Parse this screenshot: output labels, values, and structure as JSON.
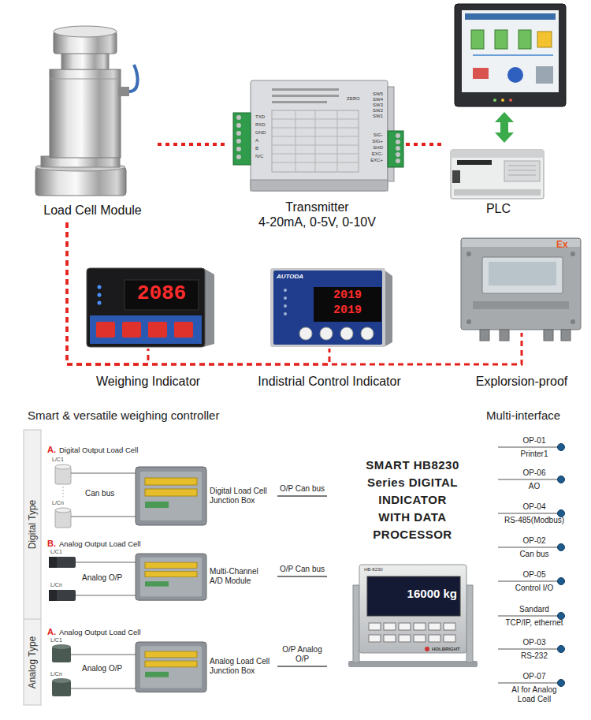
{
  "diagram": {
    "nodes": [
      {
        "text": [
          "Load Cell Module"
        ]
      },
      {
        "text": [
          "Transmitter",
          "4-20mA, 0-5V, 0-10V"
        ]
      },
      {
        "text": [
          "PLC"
        ]
      },
      {
        "text": [
          "Weighing Indicator"
        ]
      },
      {
        "text": [
          "Indistrial Control Indicator"
        ]
      },
      {
        "text": [
          "Explorsion-proof"
        ]
      },
      {
        "text": [
          "A.",
          "Digital Output Load Cell"
        ]
      },
      {
        "text": [
          "Digital Load Cell Junction Box"
        ],
        "in": 6
      },
      {
        "text": [
          "B.",
          "Analog Output Load Cell"
        ]
      },
      {
        "text": [
          "Multi-Channel A/D Module"
        ],
        "in": 8
      },
      {
        "text": [
          "A.",
          "Analog Output Load Cell"
        ]
      },
      {
        "text": [
          "Analog Load Cell Junction Box"
        ],
        "in": 10
      },
      {
        "text": [
          "SMART HB8230 Series DIGITAL INDICATOR WITH DATA PROCESSOR"
        ]
      }
    ],
    "edges": [
      {
        "from": 0,
        "to": 1,
        "arrow": "none"
      },
      {
        "from": 1,
        "to": 2,
        "arrow": "none"
      },
      {
        "from": 0,
        "to": 3,
        "arrow": "none"
      },
      {
        "from": 0,
        "to": 4,
        "arrow": "none"
      },
      {
        "from": 0,
        "to": 5,
        "arrow": "none"
      },
      {
        "from": 7,
        "to": 12,
        "label": "O/P Can bus",
        "arrow": "none"
      },
      {
        "from": 9,
        "to": 12,
        "label": "O/P Can bus",
        "arrow": "none"
      },
      {
        "from": 11,
        "to": 12,
        "label": "O/P Analog O/P",
        "arrow": "none"
      }
    ],
    "labels": [
      "Smart & versatile weighing controller",
      "Multi-interface",
      "Digital Type",
      "Analog Type",
      "L/C1",
      "L/Cn",
      "Can bus",
      "L/C1",
      "L/Cn",
      "Analog O/P",
      "L/C1",
      "L/Cn",
      "Analog O/P",
      "OP-01",
      "Printer1",
      "OP-06",
      "AO",
      "OP-04",
      "RS-485(Modbus)",
      "OP-02",
      "Can bus",
      "OP-05",
      "Control I/O",
      "Sandard",
      "TCP/IP, ethernet",
      "OP-03",
      "RS-232",
      "OP-07",
      "AI for Analog Load Cell",
      "HB-8230",
      "16000 kg",
      "HOLBRIGHT",
      "2086",
      "AUTODA",
      "2019",
      "2019",
      "Ex",
      "TXD",
      "RXD",
      "GND",
      "A",
      "B",
      "N/C",
      "SIG-",
      "SIG+",
      "SHD",
      "EXC-",
      "EXC+",
      "ZERO",
      "SW5",
      "SW4",
      "SW3",
      "SW2",
      "SW1"
    ]
  }
}
